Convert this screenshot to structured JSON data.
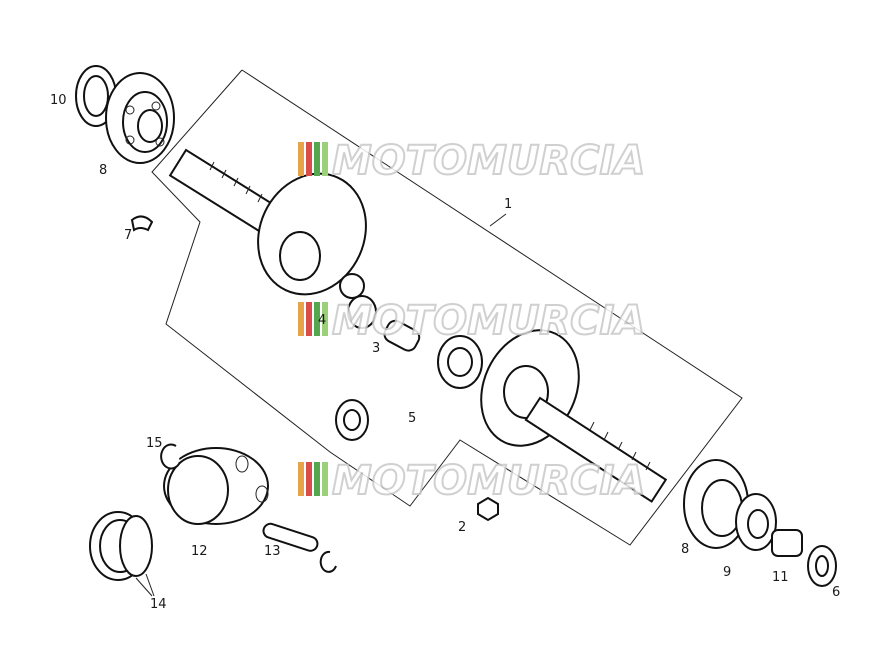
{
  "watermark": {
    "text": "MOTOMURCIA",
    "stripe_colors": [
      "#e8a34a",
      "#d94d48",
      "#56a650",
      "#9bd07a"
    ]
  },
  "callouts": {
    "c1": "1",
    "c2": "2",
    "c3": "3",
    "c4": "4",
    "c5": "5",
    "c6": "6",
    "c7": "7",
    "c8a": "8",
    "c8b": "8",
    "c9": "9",
    "c10": "10",
    "c11": "11",
    "c12": "12",
    "c13": "13",
    "c14": "14",
    "c15": "15"
  }
}
